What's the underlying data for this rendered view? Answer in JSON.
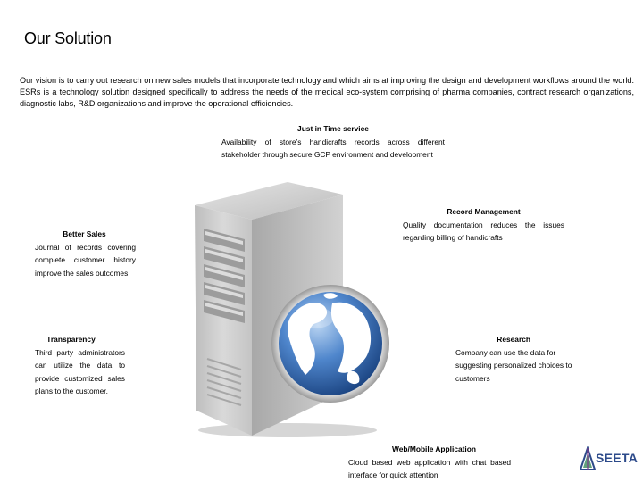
{
  "slide": {
    "title": "Our Solution",
    "vision": "Our vision is to carry out research on new sales models that incorporate technology and which aims at improving the design and development workflows around the world. ESRs is a technology solution designed specifically to address the needs of the medical eco-system comprising of pharma companies, contract research organizations, diagnostic labs, R&D organizations and improve the operational efficiencies."
  },
  "blocks": {
    "jit": {
      "heading": "Just in Time service",
      "text": "Availability of store’s handicrafts records across different stakeholder through secure GCP environment and development"
    },
    "record": {
      "heading": "Record Management",
      "text": "Quality documentation reduces the issues regarding billing of handicrafts"
    },
    "sales": {
      "heading": "Better Sales",
      "text": "Journal of records covering complete customer history improve the sales outcomes"
    },
    "transparency": {
      "heading": "Transparency",
      "text": "Third party administrators can utilize the data to provide customized sales plans to the customer."
    },
    "research": {
      "heading": "Research",
      "text": "Company can use the data for suggesting personalized choices to customers"
    },
    "web": {
      "heading": "Web/Mobile Application",
      "text": "Cloud based web application with chat based interface for quick attention"
    }
  },
  "logo": {
    "text": "SEETA",
    "icon": "seeta-logo-icon",
    "colors": {
      "primary": "#2c4a8a",
      "accent": "#3a8a5a"
    }
  },
  "graphic": {
    "icon": "server-globe-icon",
    "colors": {
      "server": "#c8c8c8",
      "globe_ocean": "#3a6fb8",
      "globe_land": "#ffffff"
    }
  }
}
